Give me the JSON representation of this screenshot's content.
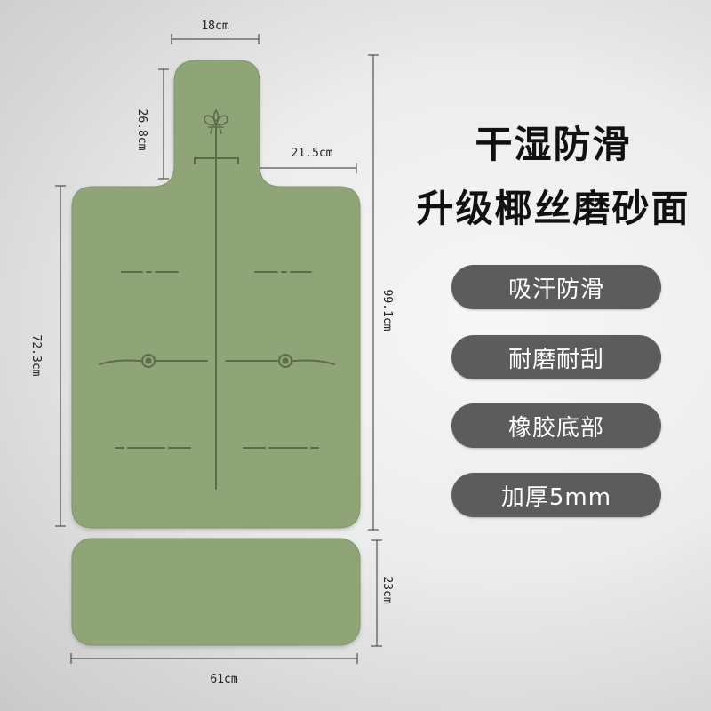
{
  "colors": {
    "mat": "#8fa577",
    "mat_edge": "#7f9668",
    "mat_lines": "#5a6d4a",
    "pill_bg": "#5c5c5c",
    "pill_text": "#ffffff",
    "headline_text": "#111111"
  },
  "headline": {
    "line1": "干湿防滑",
    "line2": "升级椰丝磨砂面"
  },
  "features": [
    "吸汗防滑",
    "耐磨耐刮",
    "橡胶底部",
    "加厚5mm"
  ],
  "dimensions": {
    "handle_width": "18cm",
    "handle_height": "26.8cm",
    "shoulder_width": "21.5cm",
    "total_height": "99.1cm",
    "main_height": "72.3cm",
    "pad_height": "23cm",
    "total_width": "61cm"
  },
  "icons": {
    "mat_emblem": "fleur-de-lis-icon",
    "target_marks": "target-circle-icon"
  }
}
